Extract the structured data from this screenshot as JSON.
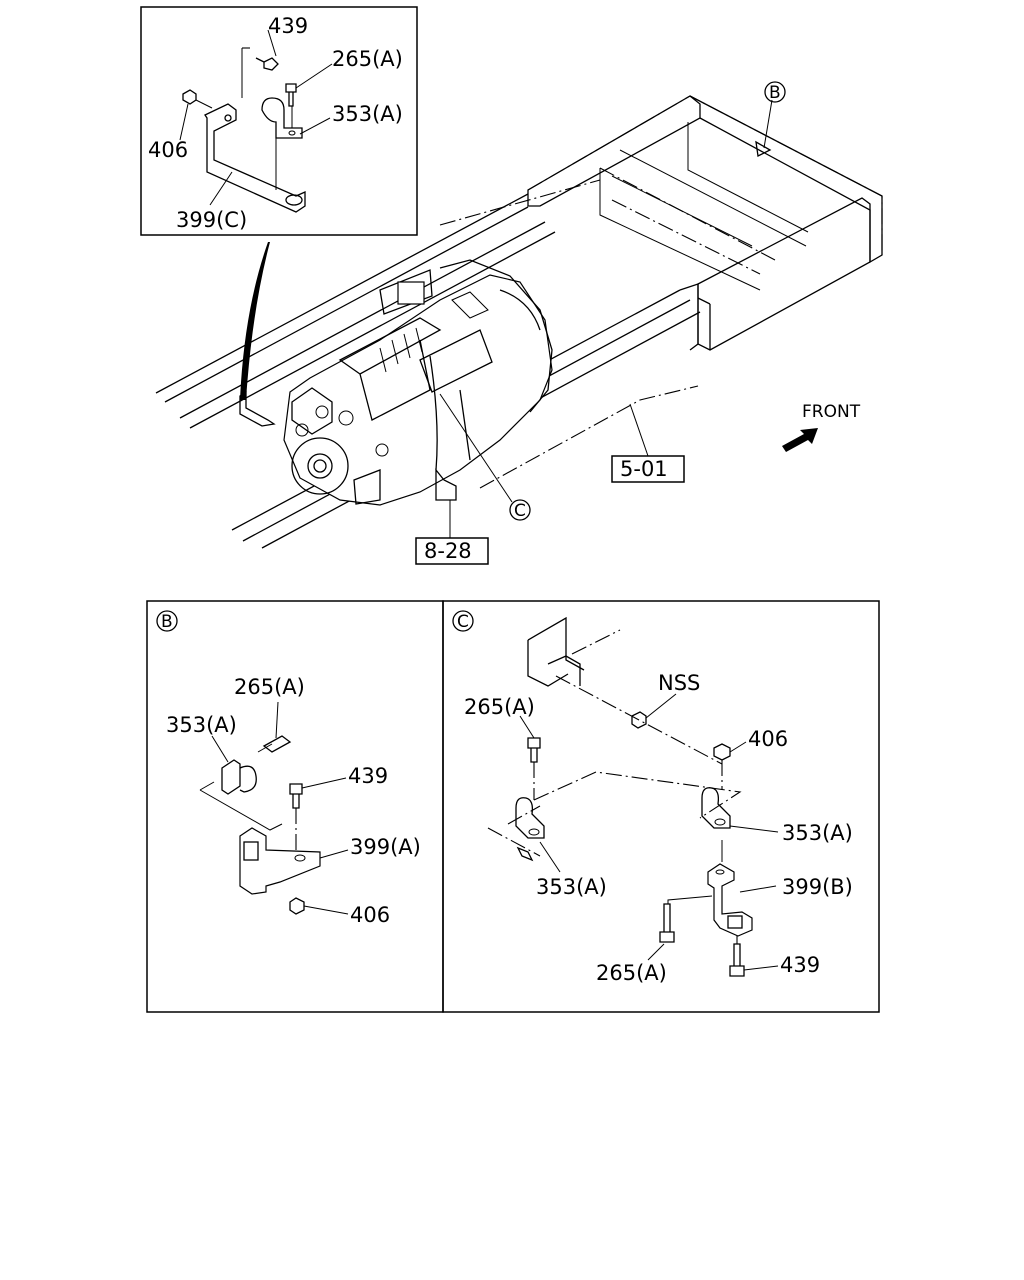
{
  "inset_top": {
    "labels": {
      "p439": "439",
      "p265a": "265(A)",
      "p353a": "353(A)",
      "p406": "406",
      "p399c": "399(C)"
    }
  },
  "main": {
    "callout_b": "B",
    "callout_c": "C",
    "ref_5_01": "5-01",
    "ref_8_28": "8-28",
    "front": "FRONT"
  },
  "detail_b": {
    "title": "B",
    "labels": {
      "p265a": "265(A)",
      "p353a": "353(A)",
      "p439": "439",
      "p399a": "399(A)",
      "p406": "406"
    }
  },
  "detail_c": {
    "title": "C",
    "labels": {
      "nss": "NSS",
      "p265a_top": "265(A)",
      "p406": "406",
      "p353a_right": "353(A)",
      "p353a_left": "353(A)",
      "p399b": "399(B)",
      "p265a_bottom": "265(A)",
      "p439": "439"
    }
  }
}
